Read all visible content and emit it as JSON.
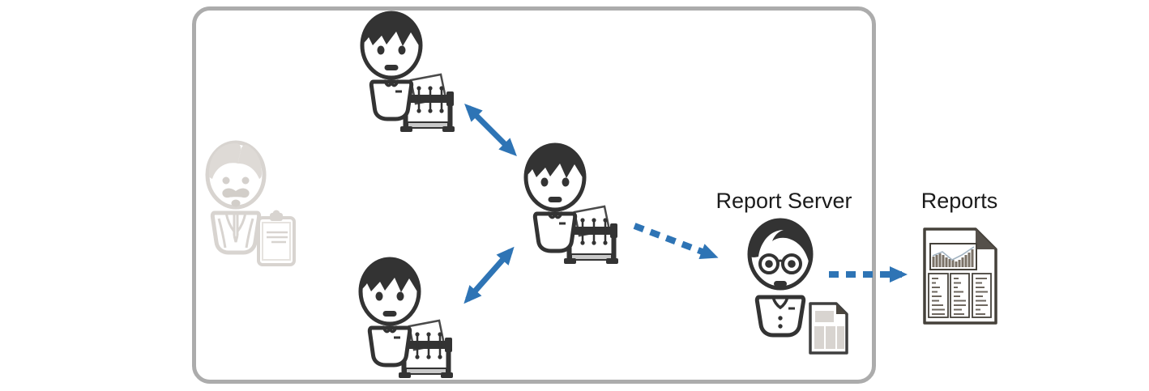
{
  "diagram": {
    "description": "Peer network of report authors feeding a report server that produces reports",
    "labels": {
      "report_server": "Report Server",
      "reports": "Reports"
    },
    "colors": {
      "accent_blue": "#2E74B5",
      "outline_dark": "#333333",
      "frame_gray": "#ACACAC",
      "faded_gray": "#D8D4D0",
      "document_dark": "#4A453E"
    },
    "nodes": [
      {
        "id": "manager-faded",
        "icon": "manager-with-clipboard-icon",
        "state": "inactive",
        "label": ""
      },
      {
        "id": "worker-top",
        "icon": "person-with-printer-icon",
        "state": "active",
        "label": ""
      },
      {
        "id": "worker-middle",
        "icon": "person-with-printer-icon",
        "state": "active",
        "label": ""
      },
      {
        "id": "worker-bottom",
        "icon": "person-with-printer-icon",
        "state": "active",
        "label": ""
      },
      {
        "id": "report-server",
        "icon": "person-with-glasses-and-document-icon",
        "state": "active",
        "label": "Report Server"
      },
      {
        "id": "reports",
        "icon": "report-document-icon",
        "state": "active",
        "label": "Reports"
      }
    ],
    "edges": [
      {
        "from": "worker-top",
        "to": "worker-middle",
        "style": "solid-double-arrow"
      },
      {
        "from": "worker-bottom",
        "to": "worker-middle",
        "style": "solid-double-arrow"
      },
      {
        "from": "worker-middle",
        "to": "report-server",
        "style": "dashed-arrow"
      },
      {
        "from": "report-server",
        "to": "reports",
        "style": "dashed-arrow"
      }
    ]
  }
}
